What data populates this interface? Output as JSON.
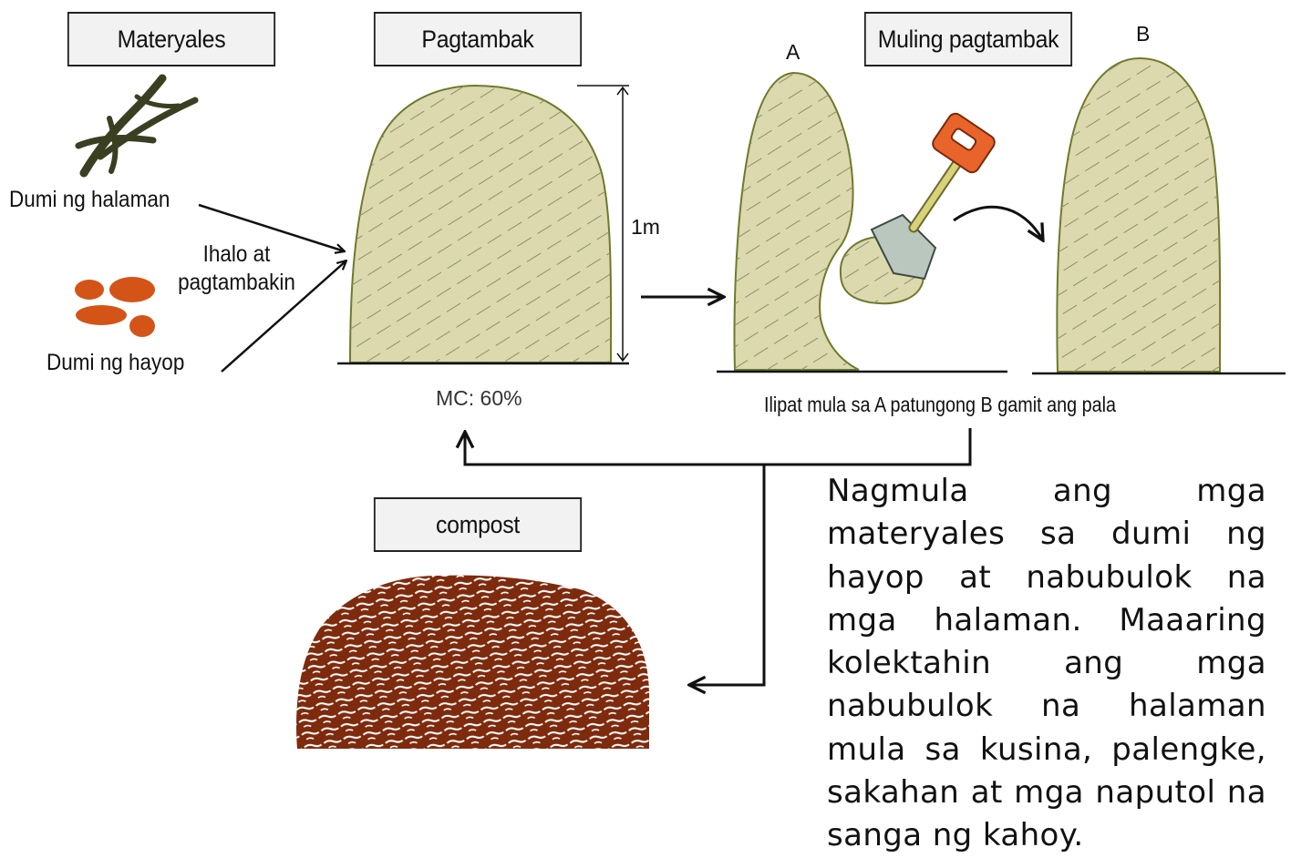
{
  "boxes": {
    "materials": "Materyales",
    "piling": "Pagtambak",
    "repiling": "Muling pagtambak",
    "compost": "compost"
  },
  "labels": {
    "plant_waste": "Dumi ng halaman",
    "animal_waste": "Dumi ng hayop",
    "mix_and_pile": "Ihalo at pagtambakin",
    "height": "1m",
    "moisture": "MC: 60%",
    "pile_a": "A",
    "pile_b": "B",
    "transfer": "Ilipat mula sa A patungong B gamit ang pala"
  },
  "description": "Nagmula ang mga materyales sa dumi ng hayop at nabubulok na mga halaman. Maaaring kolektahin ang mga nabubulok na halaman mula sa kusina, palengke, sakahan at mga naputol na sanga ng kahoy.",
  "colors": {
    "pile_fill": "#dcd9ae",
    "pile_stroke": "#6e7a2c",
    "compost": "#8a2f10",
    "animal_waste": "#d45418",
    "plant_waste": "#3a3f22",
    "shovel_handle": "#e8642a"
  }
}
